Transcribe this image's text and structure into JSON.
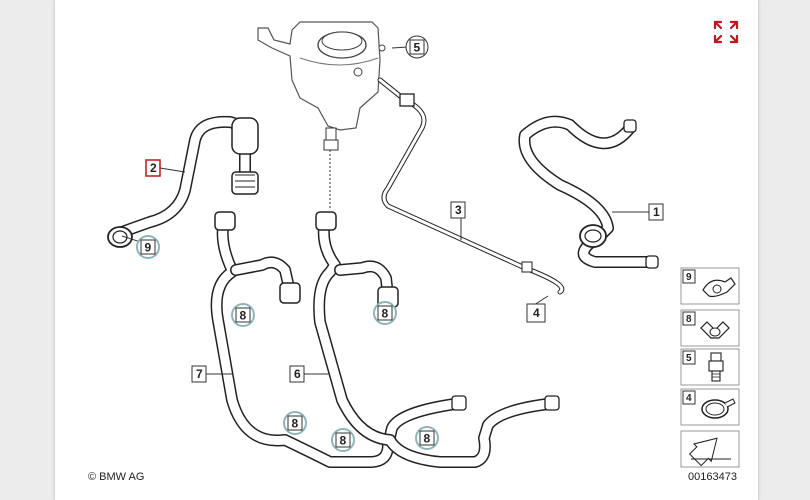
{
  "callouts": [
    "1",
    "2",
    "3",
    "4",
    "5",
    "6",
    "7"
  ],
  "circle_labels": [
    "9",
    "8",
    "8",
    "8",
    "8",
    "8"
  ],
  "legend": [
    {
      "num": "9",
      "icon": "spring-clamp-icon"
    },
    {
      "num": "8",
      "icon": "clip-icon"
    },
    {
      "num": "5",
      "icon": "bleed-screw-icon"
    },
    {
      "num": "4",
      "icon": "hose-clamp-icon"
    },
    {
      "num": "",
      "icon": "arrow-icon"
    }
  ],
  "copyright": "© BMW AG",
  "diagram_id": "00163473",
  "colors": {
    "selected": "#c0161f",
    "expand_icon": "#c0161f",
    "circle_outline": "#8fb5b8"
  }
}
